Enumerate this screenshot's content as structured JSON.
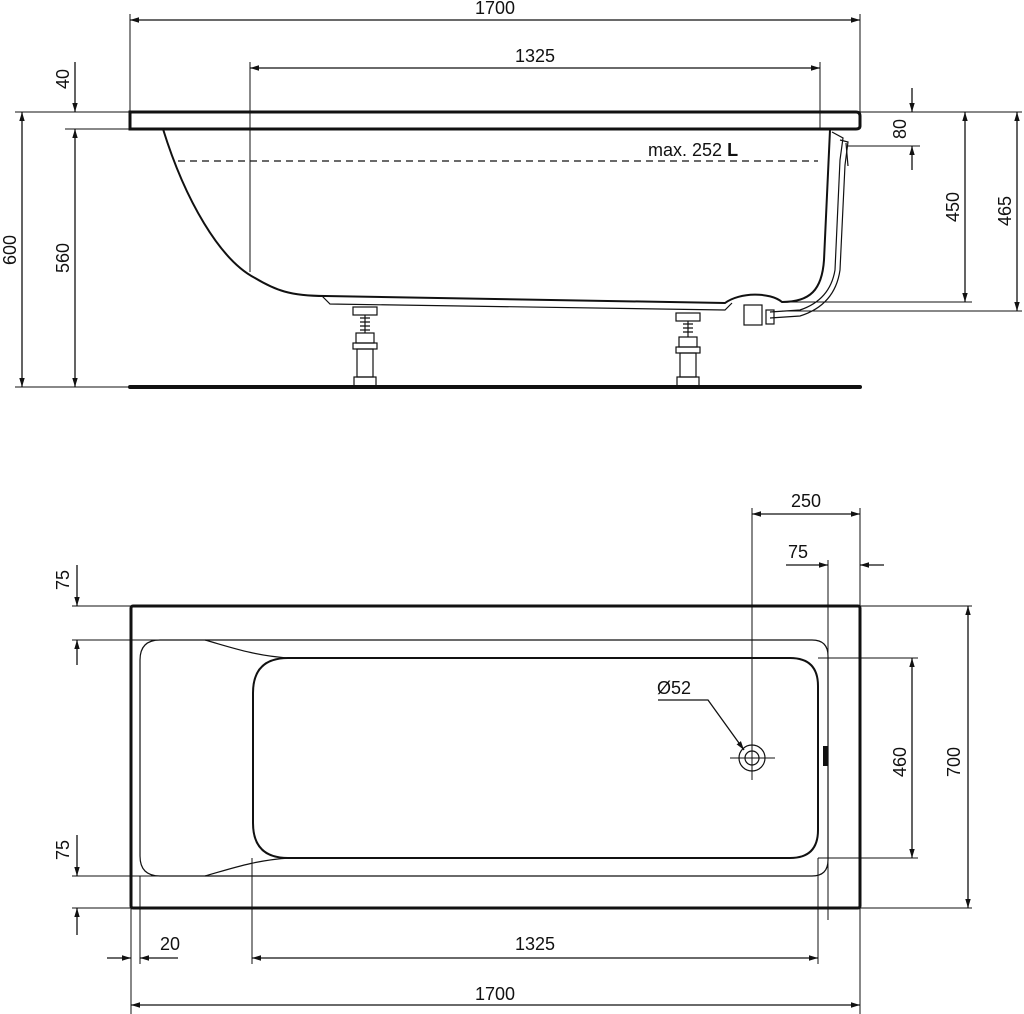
{
  "side_view": {
    "width_total": "1700",
    "width_inner": "1325",
    "rim_thickness": "40",
    "height_total": "600",
    "height_to_rim": "560",
    "capacity": "max. 252",
    "capacity_unit": "L",
    "overflow_offset": "80",
    "depth_450": "450",
    "depth_465": "465"
  },
  "plan_view": {
    "drain_offset": "250",
    "rim_offset_right": "75",
    "drain_diameter": "Ø52",
    "basin_width": "460",
    "width_total": "700",
    "rim_top": "75",
    "rim_bottom": "75",
    "wall_offset": "20",
    "basin_length": "1325",
    "length_total": "1700"
  }
}
